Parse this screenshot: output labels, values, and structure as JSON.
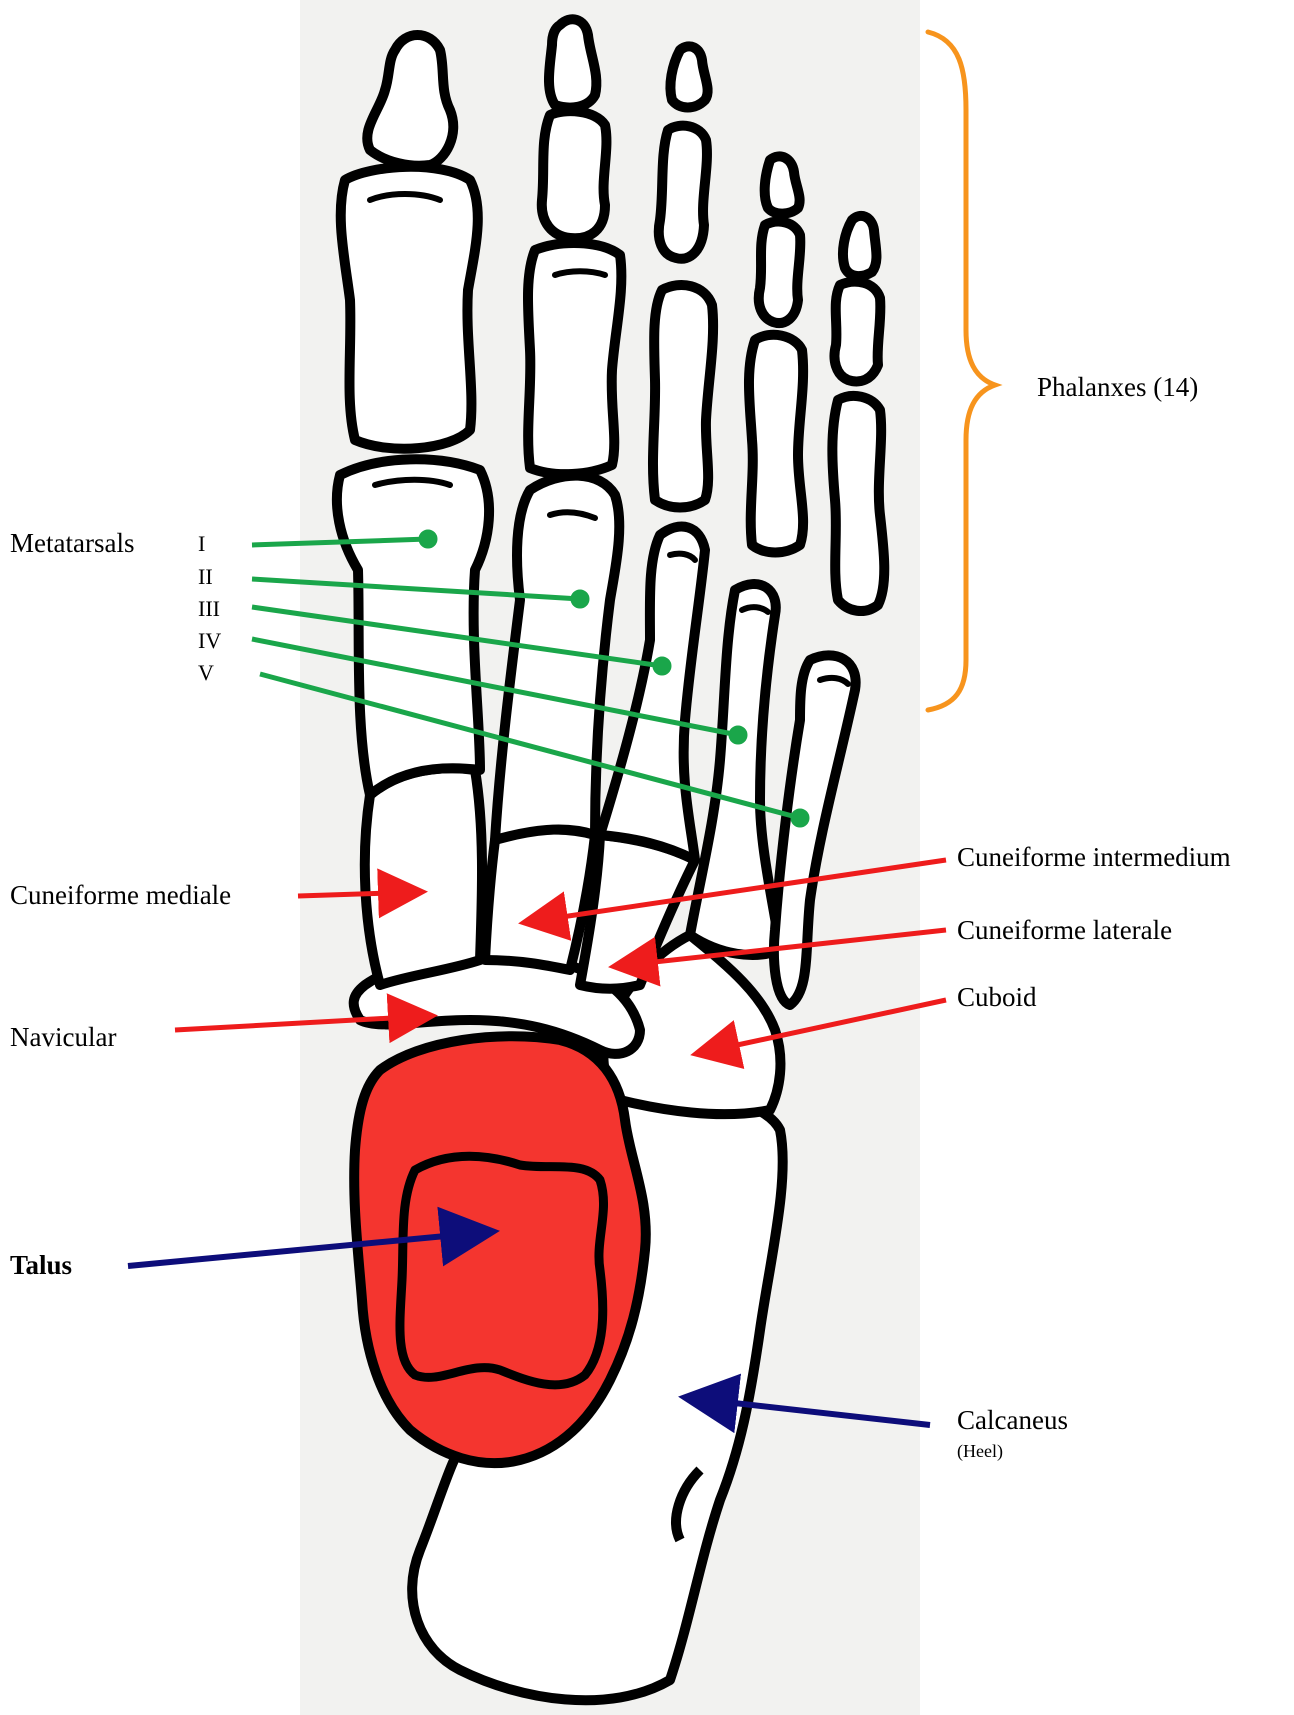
{
  "labels": {
    "phalanxes": "Phalanxes (14)",
    "metatarsals": "Metatarsals",
    "metatarsal_numerals": [
      "I",
      "II",
      "III",
      "IV",
      "V"
    ],
    "cuneiforme_intermedium": "Cuneiforme intermedium",
    "cuneiforme_mediale": "Cuneiforme mediale",
    "cuneiforme_laterale": "Cuneiforme laterale",
    "cuboid": "Cuboid",
    "navicular": "Navicular",
    "talus": "Talus",
    "calcaneus": "Calcaneus",
    "calcaneus_note": "(Heel)"
  },
  "colors": {
    "bone_outline": "#000000",
    "bone_fill": "#ffffff",
    "background_panel": "#f2f2f0",
    "talus_highlight": "#f4352f",
    "talus_rim": "#e8d37a",
    "metatarsal_lines": "#1aa64a",
    "tarsal_arrows": "#ee1c1c",
    "talus_calcaneus_arrows": "#0d0d7a",
    "phalanx_brace": "#f7941d"
  },
  "icons": {
    "metatarsal_markers": "green-dot-leader-lines",
    "tarsal_pointers": "red-arrow",
    "talus_calcaneus_pointers": "navy-arrow",
    "phalanx_group": "curly-brace"
  }
}
